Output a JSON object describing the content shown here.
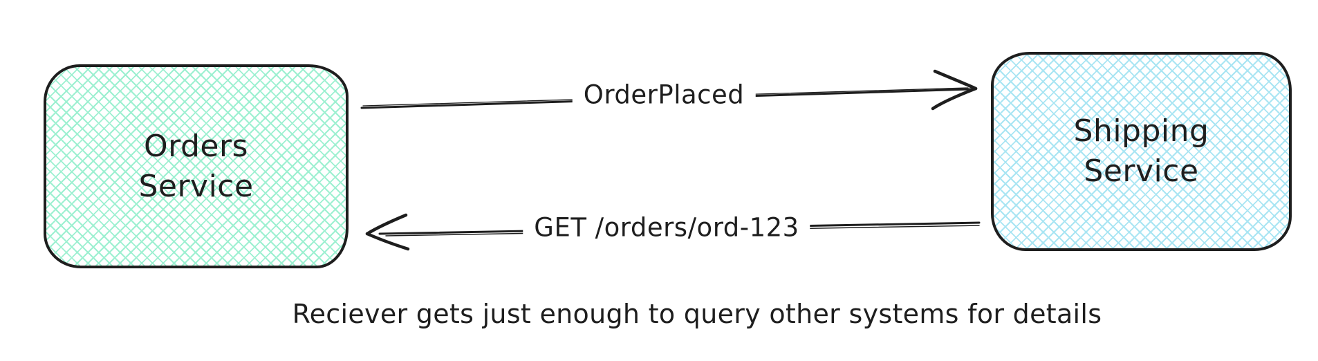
{
  "diagram": {
    "nodes": [
      {
        "id": "orders-service",
        "label": "Orders\nService",
        "fill_color": "#9df0d1"
      },
      {
        "id": "shipping-service",
        "label": "Shipping\nService",
        "fill_color": "#a9e5f3"
      }
    ],
    "edges": [
      {
        "id": "order-placed-event",
        "label": "OrderPlaced",
        "from": "orders-service",
        "to": "shipping-service",
        "direction": "left-to-right"
      },
      {
        "id": "get-order-request",
        "label": "GET /orders/ord-123",
        "from": "shipping-service",
        "to": "orders-service",
        "direction": "right-to-left"
      }
    ],
    "caption": "Reciever gets just enough to query other systems for details",
    "colors": {
      "stroke": "#1e1e1e",
      "orders_fill": "#9df0d1",
      "shipping_fill": "#a9e5f3",
      "background": "#ffffff"
    }
  }
}
